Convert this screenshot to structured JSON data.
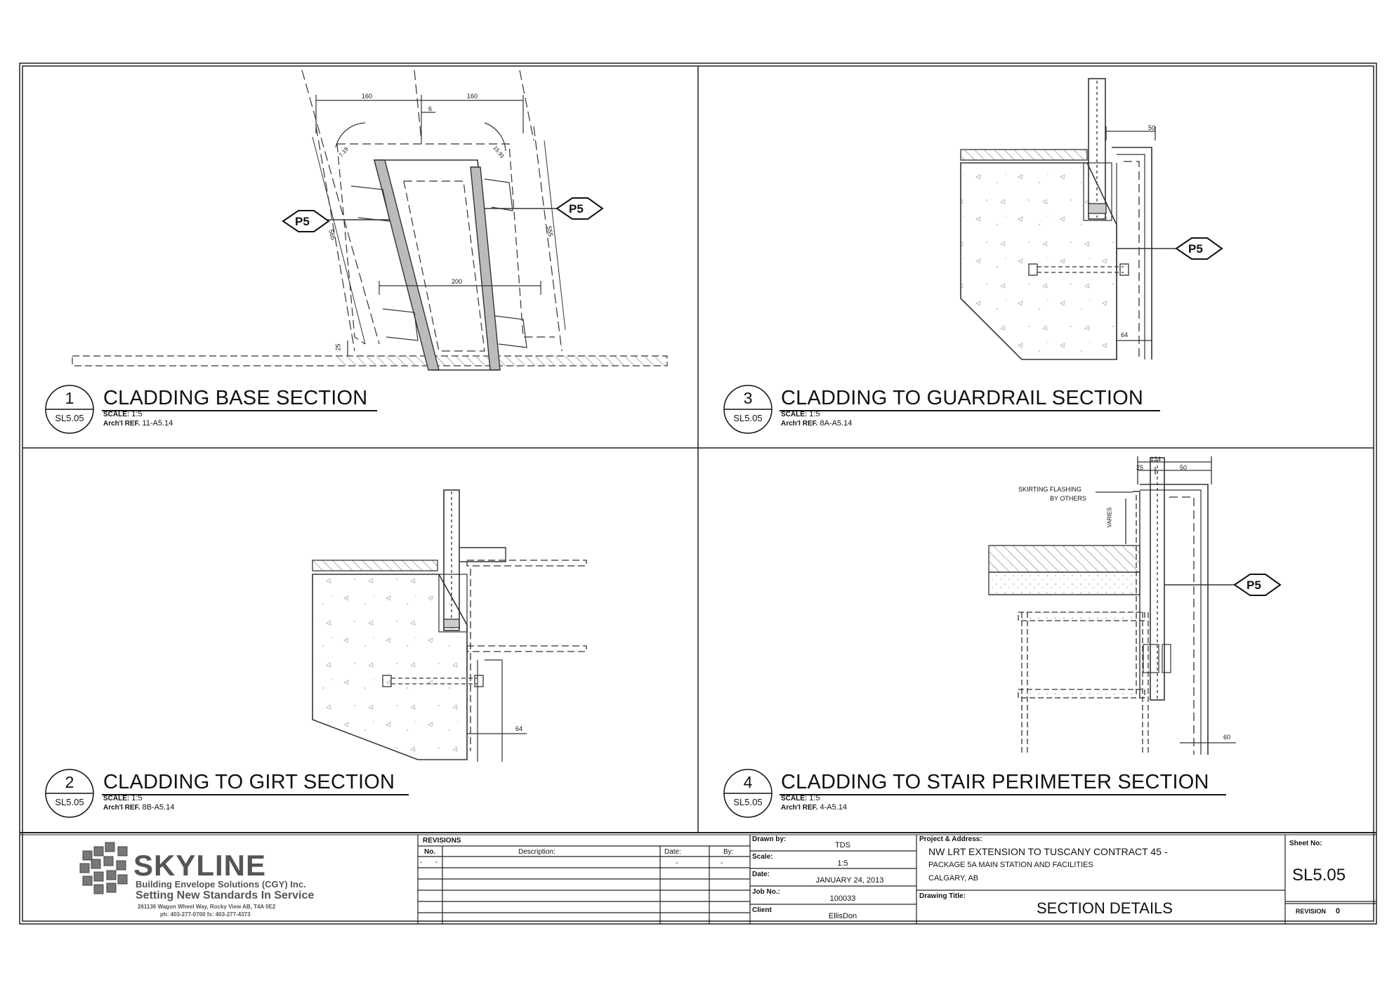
{
  "details": [
    {
      "number": "1",
      "sheet_ref": "SL5.05",
      "title": "CLADDING BASE SECTION",
      "scale_label": "SCALE:",
      "scale": "1:5",
      "arch_ref_label": "Arch'l REF.",
      "arch_ref": "11-A5.14"
    },
    {
      "number": "3",
      "sheet_ref": "SL5.05",
      "title": "CLADDING TO GUARDRAIL SECTION",
      "scale_label": "SCALE:",
      "scale": "1:5",
      "arch_ref_label": "Arch'l REF.",
      "arch_ref": "8A-A5.14"
    },
    {
      "number": "2",
      "sheet_ref": "SL5.05",
      "title": "CLADDING TO GIRT SECTION",
      "scale_label": "SCALE:",
      "scale": "1:5",
      "arch_ref_label": "Arch'l REF.",
      "arch_ref": "8B-A5.14"
    },
    {
      "number": "4",
      "sheet_ref": "SL5.05",
      "title": "CLADDING TO STAIR PERIMETER SECTION",
      "scale_label": "SCALE:",
      "scale": "1:5",
      "arch_ref_label": "Arch'l REF.",
      "arch_ref": "4-A5.14"
    }
  ],
  "tags": {
    "panel": "P5"
  },
  "annotations": {
    "skirting_line1": "SKIRTING FLASHING",
    "skirting_line2": "BY OTHERS",
    "varies": "VARIES"
  },
  "dimensions": {
    "d160a": "160",
    "d160b": "160",
    "d6": "6",
    "d565": "565",
    "d555": "555",
    "d200": "200",
    "d25a": "25",
    "d719": "7.19",
    "d1591": "15.91",
    "d50a": "50",
    "d64a": "64",
    "d64b": "64",
    "d124": "124",
    "d25b": "25",
    "d50b": "50",
    "d60": "60"
  },
  "company": {
    "name": "SKYLINE",
    "subtitle": "Building Envelope Solutions (CGY) Inc.",
    "slogan": "Setting New Standards In Service",
    "address": "261136 Wagon Wheel Way, Rocky View AB, T4A 0E2",
    "phone": "ph: 403-277-0700    fx: 403-277-4373"
  },
  "revisions": {
    "header": "REVISIONS",
    "col_no": "No.",
    "col_desc": "Description:",
    "col_date": "Date:",
    "col_by": "By:",
    "row1_no": "-",
    "row1_no2": "-",
    "row1_date": "-",
    "row1_by": "-"
  },
  "titleblock": {
    "drawn_by_label": "Drawn by:",
    "drawn_by": "TDS",
    "scale_label": "Scale:",
    "scale": "1:5",
    "date_label": "Date:",
    "date": "JANUARY 24, 2013",
    "job_label": "Job No.:",
    "job": "100033",
    "client_label": "Client",
    "client": "EllisDon",
    "project_label": "Project & Address:",
    "project_line1": "NW LRT EXTENSION TO TUSCANY CONTRACT 45 -",
    "project_line2": "PACKAGE 5A MAIN STATION AND FACILITIES",
    "project_line3": "CALGARY, AB",
    "drawing_title_label": "Drawing Title:",
    "drawing_title": "SECTION DETAILS",
    "sheet_no_label": "Sheet No:",
    "sheet_no": "SL5.05",
    "revision_label": "REVISION",
    "revision": "0"
  }
}
